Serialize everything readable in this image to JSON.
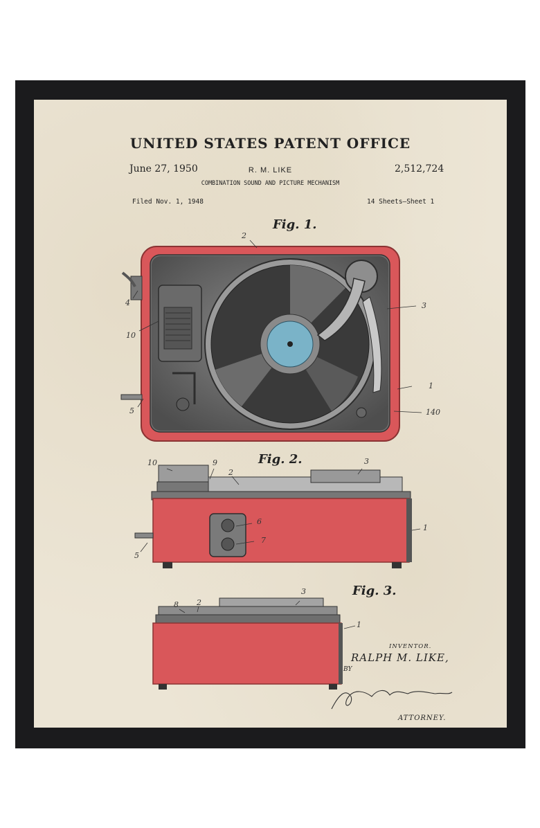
{
  "patent": {
    "office": "UNITED STATES PATENT OFFICE",
    "date": "June 27, 1950",
    "inventor_heading": "R. M. LIKE",
    "number": "2,512,724",
    "title": "COMBINATION SOUND AND PICTURE MECHANISM",
    "filed": "Filed Nov. 1, 1948",
    "sheets": "14 Sheets–Sheet 1"
  },
  "figures": {
    "fig1": "Fig. 1.",
    "fig2": "Fig. 2.",
    "fig3": "Fig. 3."
  },
  "refs": {
    "fig1": [
      "2",
      "4",
      "10",
      "5",
      "3",
      "1",
      "140"
    ],
    "fig2": [
      "10",
      "9",
      "2",
      "3",
      "6",
      "7",
      "1",
      "5"
    ],
    "fig3": [
      "8",
      "2",
      "3",
      "1"
    ]
  },
  "signature": {
    "inventor_label": "INVENTOR.",
    "inventor_name": "RALPH M. LIKE,",
    "by": "BY",
    "attorney_label": "ATTORNEY."
  },
  "colors": {
    "frame": "#1b1b1d",
    "paper": "#ece5d5",
    "case_red": "#d9575a",
    "record_dark": "#3a3a3a",
    "label_blue": "#7ab3c8"
  }
}
